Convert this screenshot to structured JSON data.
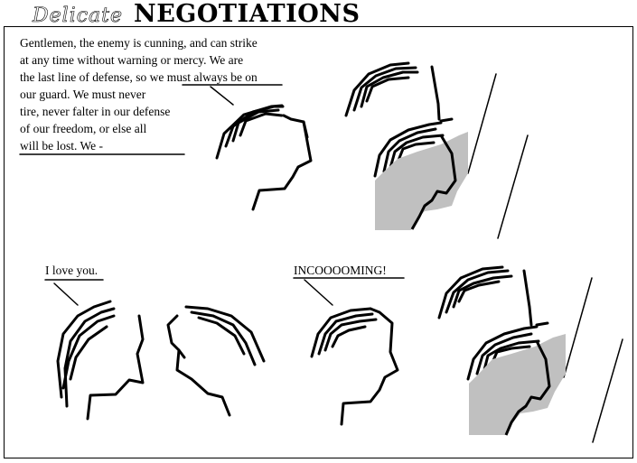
{
  "header": {
    "title_prefix": "Delicate",
    "title_main": "NEGOTIATIONS"
  },
  "panel_top": {
    "speech_lines": [
      "Gentlemen, the enemy is cunning, and can strike",
      "at any time without warning or mercy. We are",
      "the last line of defense, so we must always be on",
      "our guard. We must never",
      "tire, never falter in our defense",
      "of our freedom, or else all",
      "will be lost. We -"
    ]
  },
  "panel_bottom": {
    "speech_left": "I love you.",
    "speech_right": "INCOOOOMING!"
  },
  "colors": {
    "ink": "#000000",
    "shield_gray": "#c0c0c0",
    "paper": "#ffffff"
  }
}
